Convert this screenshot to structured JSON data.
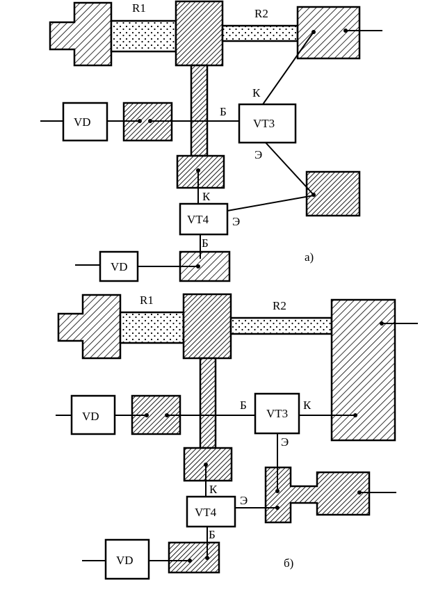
{
  "diagrams": [
    {
      "caption": "а)",
      "labels": {
        "r1": "R1",
        "r2": "R2",
        "vt3": "VT3",
        "vt4": "VT4",
        "vd_top": "VD",
        "vd_bottom": "VD",
        "vt3_base": "Б",
        "vt3_collector": "К",
        "vt3_emitter": "Э",
        "vt4_base": "Б",
        "vt4_collector": "К",
        "vt4_emitter": "Э"
      }
    },
    {
      "caption": "б)",
      "labels": {
        "r1": "R1",
        "r2": "R2",
        "vt3": "VT3",
        "vt4": "VT4",
        "vd_top": "VD",
        "vd_bottom": "VD",
        "vt3_base": "Б",
        "vt3_collector": "К",
        "vt3_emitter": "Э",
        "vt4_base": "Б",
        "vt4_collector": "К",
        "vt4_emitter": "Э"
      }
    }
  ]
}
